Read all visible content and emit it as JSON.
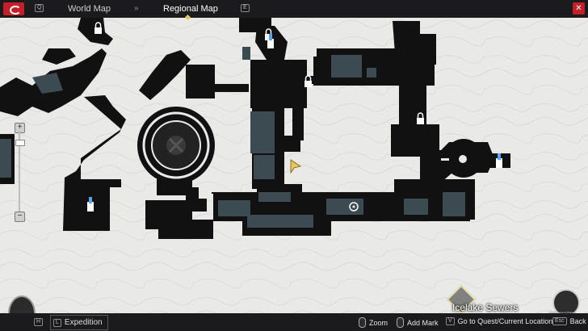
{
  "topbar": {
    "left_key": "Q",
    "tab_world": "World Map",
    "tab_regional": "Regional Map",
    "right_key": "E"
  },
  "map": {
    "location_name": "Icelake Sewers",
    "impressions_label": "Impressions"
  },
  "bottombar": {
    "expedition_key": "L",
    "expedition_label": "Expedition",
    "character_key": "H",
    "zoom_label": "Zoom",
    "mark_label": "Add Mark",
    "quest_key": "V",
    "quest_label": "Go to Quest/Current Location",
    "back_key": "Esc",
    "back_label": "Back"
  },
  "colors": {
    "bar": "#1b1b1d",
    "map_bg": "#e9e9e7",
    "wall": "#111111",
    "room": "#3c4a52",
    "accent": "#c51f2a",
    "player": "#e8c75a",
    "waypoint": "#5aa0ff"
  }
}
